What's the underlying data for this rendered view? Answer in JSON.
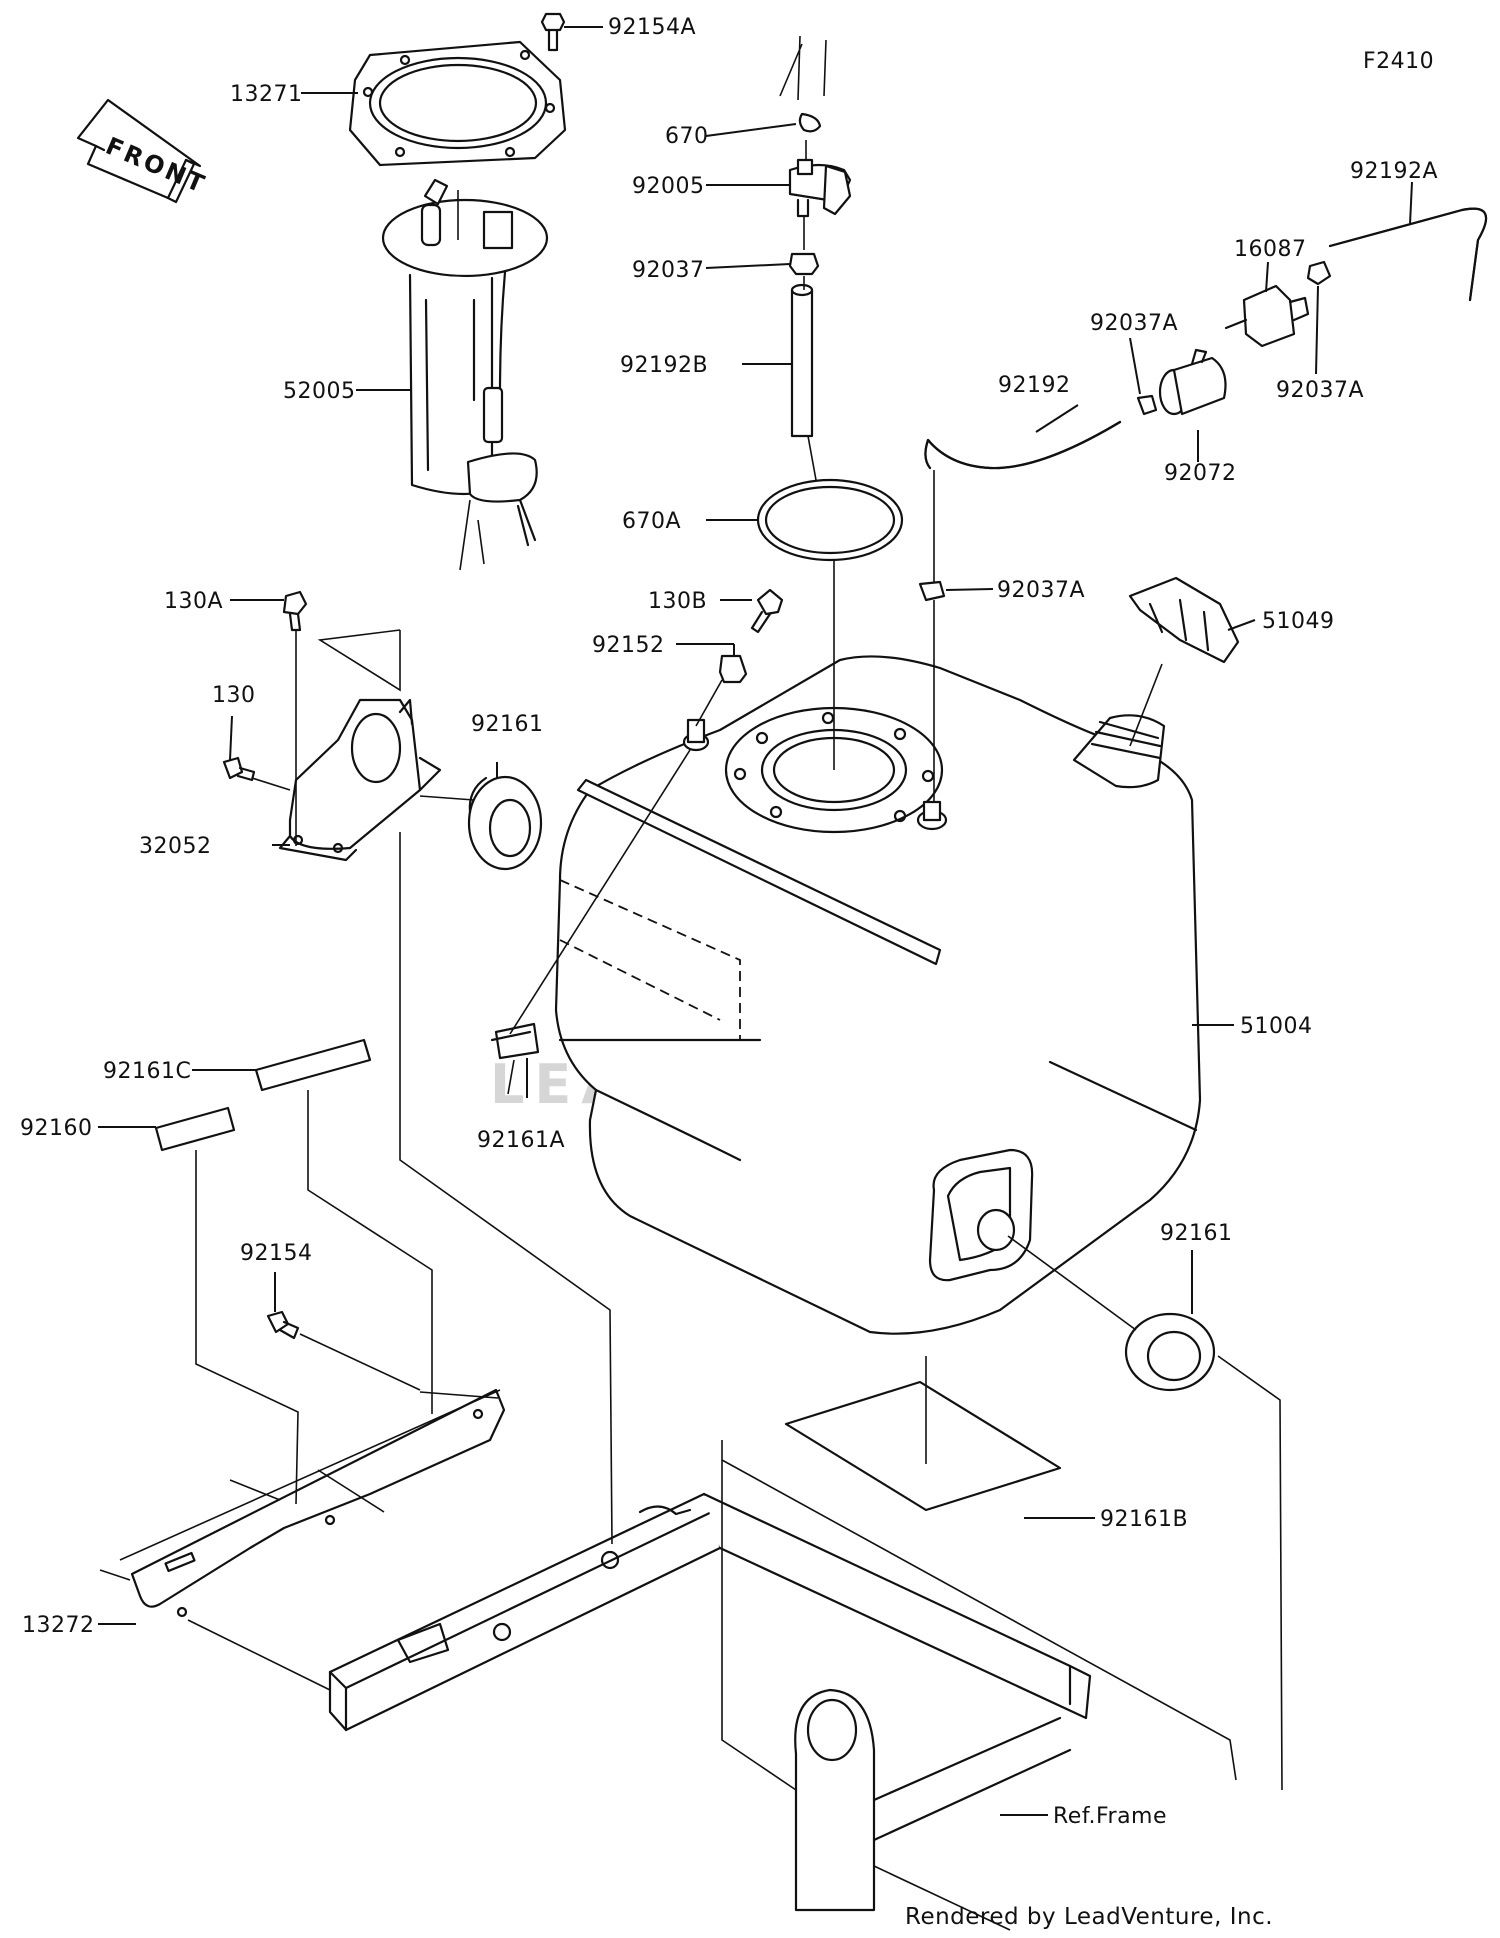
{
  "diagram": {
    "figure_code": "F2410",
    "front_label": "FRONT",
    "watermark": "LEADVENTURE",
    "credit": "Rendered by LeadVenture, Inc.",
    "parts": [
      "92154A",
      "13271",
      "52005",
      "670",
      "92005",
      "92037",
      "92192B",
      "670A",
      "92192A",
      "16087",
      "92037A",
      "92037A",
      "92192",
      "92072",
      "92037A",
      "130B",
      "92152",
      "51049",
      "130A",
      "130",
      "92161",
      "32052",
      "51004",
      "92161A",
      "92161C",
      "92160",
      "92161",
      "92154",
      "92161B",
      "13272",
      "Ref.Frame"
    ]
  }
}
